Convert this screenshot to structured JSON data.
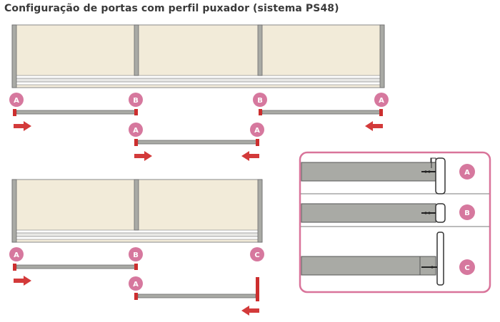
{
  "title": "Configuração de portas com perfil puxador (sistema PS48)",
  "labels": {
    "a": "A",
    "b": "B",
    "c": "C"
  },
  "colors": {
    "cabinet_fill": "#f2ebd9",
    "frame_grey": "#a9aaa5",
    "frame_dark": "#6b6b6b",
    "badge_pink": "#d6789e",
    "profile_red": "#cc2e2e",
    "arrow_red": "#d33a3a",
    "panel_border": "#d9749a"
  },
  "legend": [
    "A",
    "B",
    "C"
  ]
}
